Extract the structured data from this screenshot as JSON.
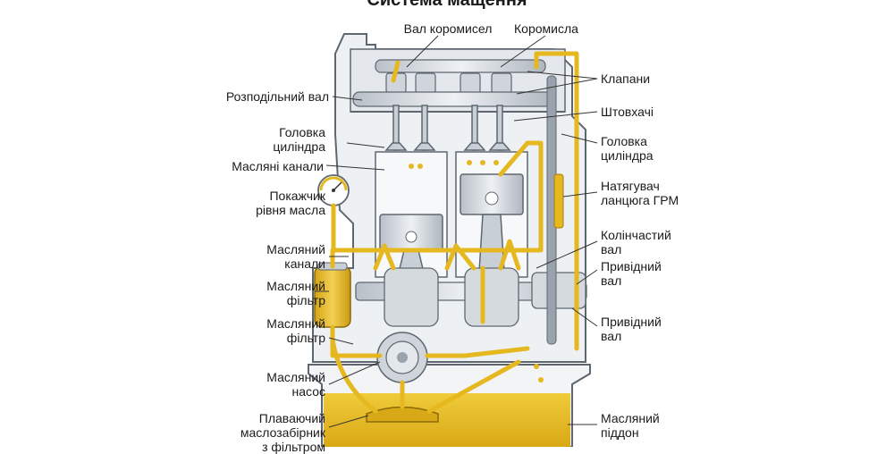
{
  "title": "Система мащення",
  "labels": {
    "rocker_shaft": "Вал коромисел",
    "rockers": "Коромисла",
    "valves": "Клапани",
    "camshaft": "Розподільний вал",
    "pushrods": "Штовхачі",
    "cylinder_head_left": "Головка\nциліндра",
    "cylinder_head_right": "Головка\nциліндра",
    "oil_channels_top": "Масляні канали",
    "oil_gauge": "Покажчик\nрівня масла",
    "chain_tensioner": "Натягувач\nланцюга ГРМ",
    "oil_channel_left": "Масляний\nканали",
    "crankshaft": "Колінчастий\nвал",
    "oil_filter_1": "Масляний\nфільтр",
    "drive_shaft_1": "Привідний\nвал",
    "oil_filter_2": "Масляний\nфільтр",
    "drive_shaft_2": "Привідний\nвал",
    "oil_pump": "Масляний\nнасос",
    "oil_pickup": "Плаваючий\nмаслозабірник\nз фільтром",
    "oil_pan": "Масляний\nпіддон"
  },
  "colors": {
    "oil": "#e6b820",
    "oil_dark": "#c99a10",
    "block": "#eef1f4",
    "block_line": "#5e6770",
    "metal": "#c9cfd6",
    "leader": "#333333"
  }
}
